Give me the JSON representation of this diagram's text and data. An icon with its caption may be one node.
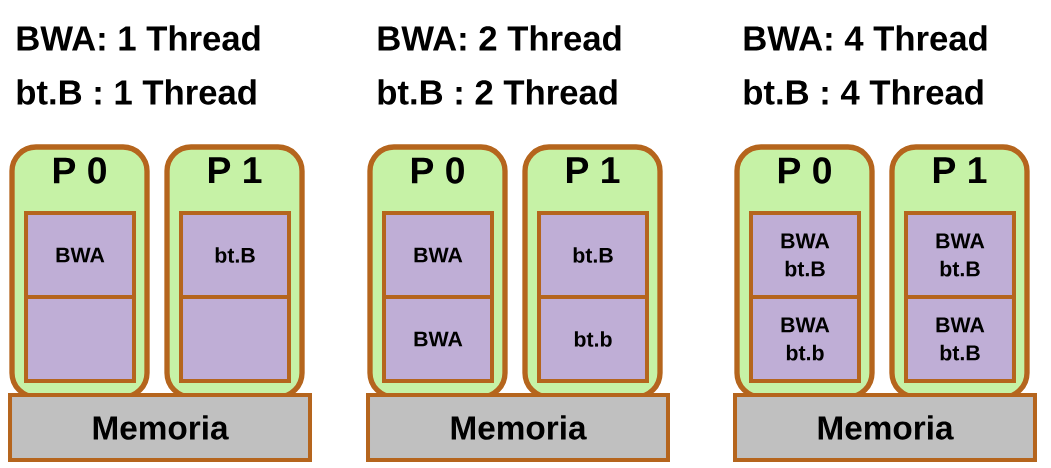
{
  "diagram": {
    "nodes": [
      {
        "text": [
          "P 0"
        ]
      },
      {
        "text": [
          "BWA"
        ],
        "in": 0
      },
      {
        "text": [],
        "shape": "box",
        "in": 0
      },
      {
        "text": [
          "P 1"
        ]
      },
      {
        "text": [
          "bt.B"
        ],
        "in": 3
      },
      {
        "text": [],
        "shape": "box",
        "in": 3
      },
      {
        "text": [
          "Memoria"
        ]
      },
      {
        "text": [
          "P 0"
        ]
      },
      {
        "text": [
          "BWA"
        ],
        "in": 7
      },
      {
        "text": [
          "BWA"
        ],
        "in": 7
      },
      {
        "text": [
          "P 1"
        ]
      },
      {
        "text": [
          "bt.B"
        ],
        "in": 10
      },
      {
        "text": [
          "bt.b"
        ],
        "in": 10
      },
      {
        "text": [
          "Memoria"
        ]
      },
      {
        "text": [
          "P 0"
        ]
      },
      {
        "text": [
          "BWA",
          "bt.B"
        ],
        "in": 14
      },
      {
        "text": [
          "BWA",
          "bt.b"
        ],
        "in": 14
      },
      {
        "text": [
          "P 1"
        ]
      },
      {
        "text": [
          "BWA",
          "bt.B"
        ],
        "in": 17
      },
      {
        "text": [
          "BWA",
          "bt.B"
        ],
        "in": 17
      },
      {
        "text": [
          "Memoria"
        ]
      }
    ],
    "labels": [
      "BWA: 1 Thread",
      "bt.B : 1 Thread",
      "BWA: 2 Thread",
      "bt.B : 2 Thread",
      "BWA: 4 Thread",
      "bt.B : 4 Thread"
    ]
  }
}
